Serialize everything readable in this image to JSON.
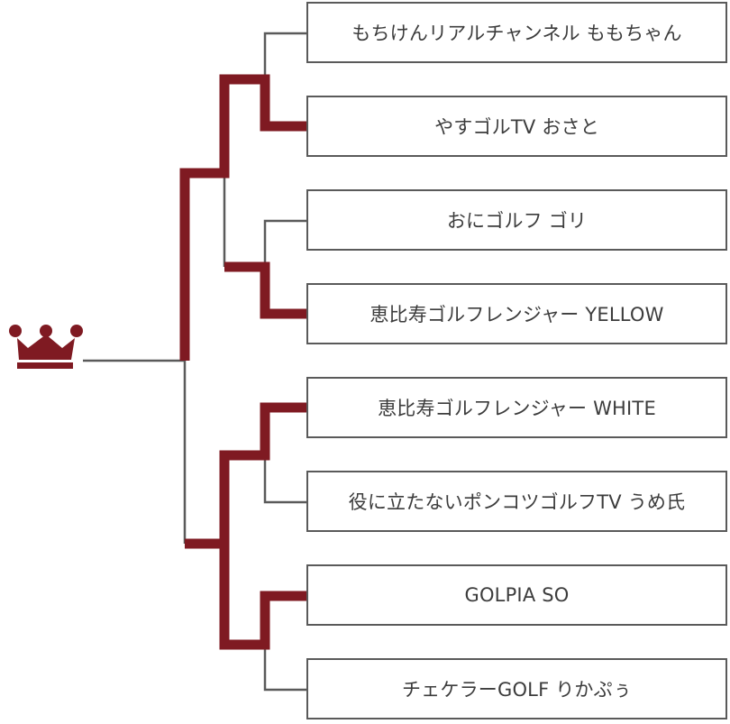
{
  "bracket": {
    "winner_icon": "crown-icon",
    "entries": [
      {
        "name": "もちけんリアルチャンネル ももちゃん"
      },
      {
        "name": "やすゴルTV おさと"
      },
      {
        "name": "おにゴルフ ゴリ"
      },
      {
        "name": "恵比寿ゴルフレンジャー YELLOW"
      },
      {
        "name": "恵比寿ゴルフレンジャー WHITE"
      },
      {
        "name": "役に立たないポンコツゴルフTV うめ氏"
      },
      {
        "name": "GOLPIA SO"
      },
      {
        "name": "チェケラーGOLF りかぷぅ"
      }
    ]
  },
  "colors": {
    "winner_path": "#7f1a22",
    "bracket_line": "#5a5a5a",
    "box_border": "#5a5a5a",
    "text": "#3c3c3c"
  }
}
